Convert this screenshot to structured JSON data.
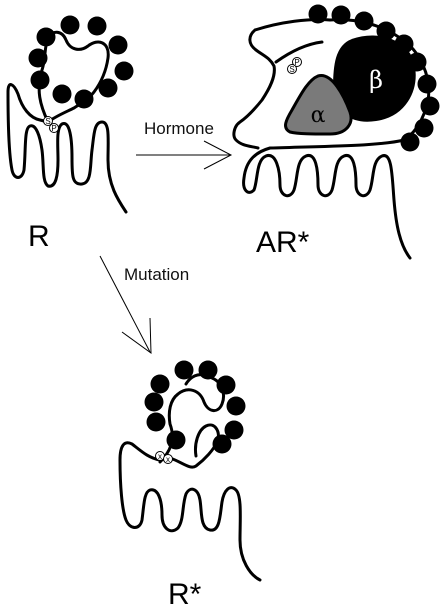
{
  "labels": {
    "r": "R",
    "ar_star": "AR*",
    "r_star": "R*",
    "hormone": "Hormone",
    "mutation": "Mutation"
  },
  "subunits": {
    "alpha": "α",
    "beta": "β"
  },
  "phospho": {
    "s": "S",
    "p": "P"
  },
  "mutation_mark": "x",
  "colors": {
    "outline": "#000000",
    "bead": "#000000",
    "alpha_fill": "#7a7a7a",
    "beta_fill": "#000000",
    "background": "#ffffff"
  }
}
